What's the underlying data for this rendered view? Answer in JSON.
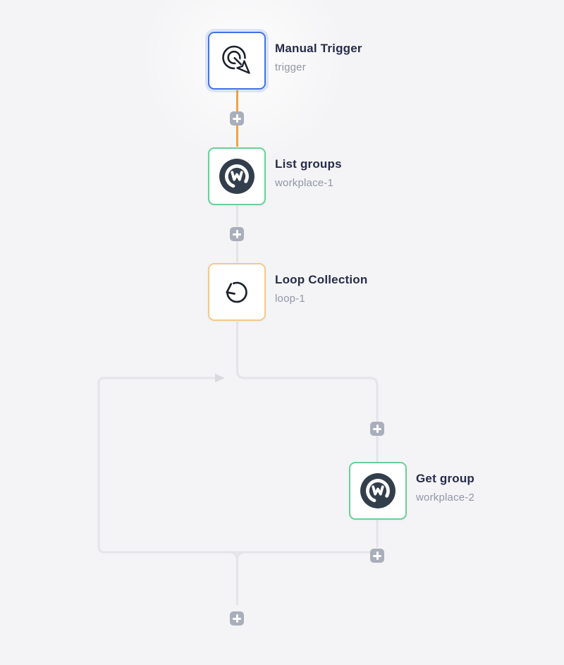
{
  "app": {
    "name": "workflow-builder-canvas"
  },
  "nodes": [
    {
      "id": "trigger",
      "title": "Manual Trigger",
      "subtitle": "trigger",
      "icon": "manual-trigger-click-icon",
      "accent": "#4472e4",
      "selected": true
    },
    {
      "id": "workplace-1",
      "title": "List groups",
      "subtitle": "workplace-1",
      "icon": "workplace-logo-icon",
      "accent": "#68d096",
      "selected": false
    },
    {
      "id": "loop-1",
      "title": "Loop Collection",
      "subtitle": "loop-1",
      "icon": "loop-collection-icon",
      "accent": "#f2c98c",
      "selected": false
    },
    {
      "id": "workplace-2",
      "title": "Get group",
      "subtitle": "workplace-2",
      "icon": "workplace-logo-icon",
      "accent": "#68d096",
      "selected": false
    }
  ],
  "connectors": {
    "active_color": "#efa440",
    "default_color": "#e4e4e9",
    "arrow_color": "#d9dae0",
    "add_button_color": "#a9aebb",
    "add_button_glyph": "+",
    "add_button_count": 5
  },
  "colors": {
    "canvas_bg": "#f4f4f6",
    "node_bg": "#ffffff",
    "title_text": "#262c49",
    "subtitle_text": "#9196a6",
    "icon_stroke": "#1c212e",
    "workplace_brand": "#333e4c"
  }
}
